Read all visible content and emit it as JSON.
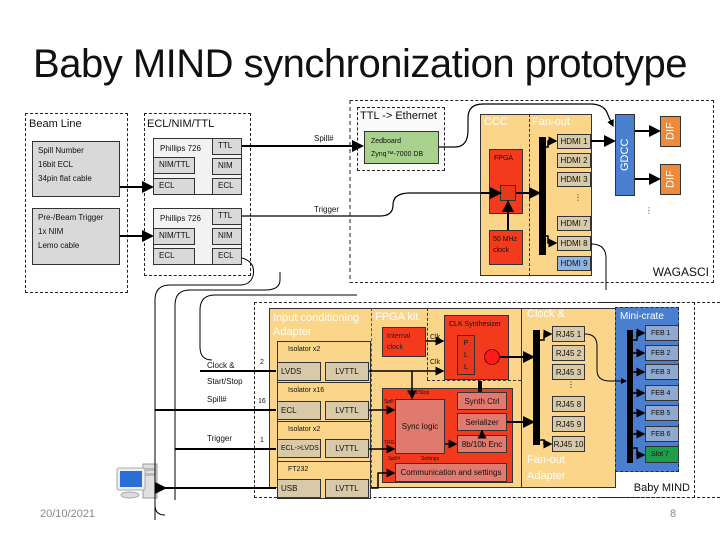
{
  "title": "Baby MIND synchronization prototype",
  "footer": {
    "date": "20/10/2021",
    "page": "8"
  },
  "beam_line": {
    "label": "Beam Line",
    "spill_box": [
      "Spill Number",
      "16bit ECL",
      "34pin flat cable"
    ],
    "trigger_box": [
      "Pre-/Beam Trigger",
      "1x NIM",
      "Lemo cable"
    ]
  },
  "ecl_nim_ttl": {
    "label": "ECL/NIM/TTL",
    "modules": [
      {
        "name": "Phillips 726",
        "ports_left": [
          "NIM/TTL",
          "ECL"
        ],
        "ports_right": [
          "TTL",
          "NIM",
          "ECL"
        ]
      },
      {
        "name": "Phillips 726",
        "ports_left": [
          "NIM/TTL",
          "ECL"
        ],
        "ports_right": [
          "TTL",
          "NIM",
          "ECL"
        ]
      }
    ]
  },
  "ttl_ethernet": {
    "label": "TTL -> Ethernet",
    "board": [
      "Zedboard",
      "Zynq™-7000 DB"
    ]
  },
  "signals": {
    "spill": "Spill#",
    "trigger": "Trigger",
    "clock_start_stop": [
      "Clock &",
      "Start/Stop"
    ]
  },
  "wagasci": {
    "label": "WAGASCI",
    "ccc_label": "CCC",
    "fanout_label": "Fan-out",
    "fpga_label": "FPGA",
    "clock_label": [
      "50 MHz",
      "clock"
    ],
    "hdmi": [
      "HDMI 1",
      "HDMI 2",
      "HDMI 3",
      "HDMI 7",
      "HDMI 8",
      "HDMI 9"
    ],
    "ellipsis": "⋮",
    "gdcc_label": "GDCC",
    "dif_labels": [
      "DIF",
      "DIF"
    ]
  },
  "sync_prototype": {
    "input_conditioning": [
      "Input conditioning",
      "Adapter"
    ],
    "fpga_kit": "FPGA kit",
    "isolators": [
      {
        "label": "Isolator x2",
        "in": "LVDS",
        "out": "LVTTL",
        "count": "2"
      },
      {
        "label": "Isolator x16",
        "in": "ECL",
        "out": "LVTTL",
        "count": "16"
      },
      {
        "label": "Isolator x2",
        "in": "ECL->LVDS",
        "out": "LVTTL",
        "count": "1"
      },
      {
        "label": "FT232",
        "in": "USB",
        "out": "LVTTL",
        "count": ""
      }
    ],
    "internal_clock": [
      "Internal",
      "clock"
    ],
    "clk_synth": "CLK Synthesizer",
    "pll": [
      "P",
      "L",
      "L"
    ],
    "clk_tags": [
      "Clk",
      "Clk"
    ],
    "sync_logic": "Sync logic",
    "synth_ctrl": "Synth Ctrl",
    "serializer": "Serializer",
    "enc": "8b/10b Enc",
    "comm": "Communication and settings",
    "tiny_labels": {
      "start_stop": "Start/Stop",
      "spill": "Spill",
      "trg": "TRG",
      "spill2": "Spill#",
      "settings": "Settings"
    },
    "clock_fanout": [
      "Clock &",
      "Fan-out",
      "Adapter"
    ],
    "rj45": [
      "RJ45 1",
      "RJ45 2",
      "RJ45 3",
      "RJ45 8",
      "RJ45 9",
      "RJ45 10"
    ]
  },
  "baby_mind": {
    "label": "Baby MIND",
    "minicrate": "Mini-crate",
    "febs": [
      "FEB 1",
      "FEB 2",
      "FEB 3",
      "FEB 4",
      "FEB 5",
      "FEB 6"
    ],
    "slot": "Slot 7"
  },
  "colors": {
    "orange_panel": "#fad58a",
    "red": "#f43a1c",
    "blue": "#4a7fcf",
    "green": "#a9d18e",
    "dif": "#ee8a3a",
    "slot": "#1e9e4a"
  }
}
